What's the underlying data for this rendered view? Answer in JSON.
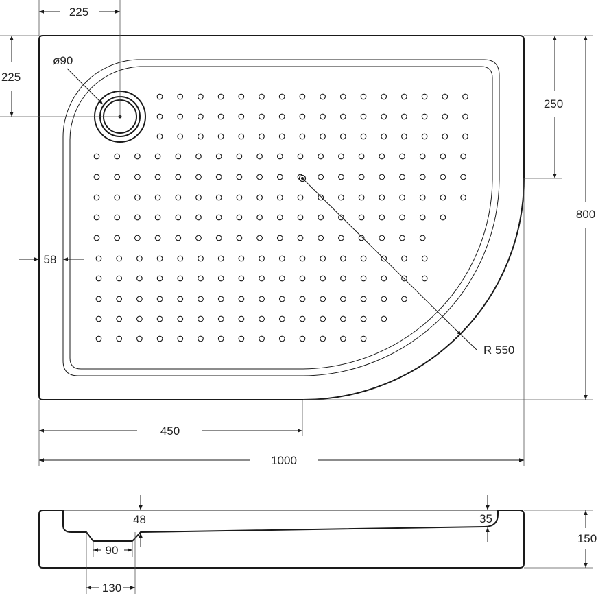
{
  "plan_dimensions": {
    "top_drain_offset": "225",
    "left_drain_offset": "225",
    "drain_diameter": "ø90",
    "right_straight_height": "250",
    "total_height": "800",
    "rim_width": "58",
    "arc_radius": "R 550",
    "straight_width": "450",
    "total_width": "1000"
  },
  "section_dimensions": {
    "depth_left": "48",
    "depth_right": "35",
    "total_height": "150",
    "drain_inner": "90",
    "drain_outer": "130"
  },
  "colors": {
    "line": "#1a1a1a",
    "background": "#ffffff"
  }
}
